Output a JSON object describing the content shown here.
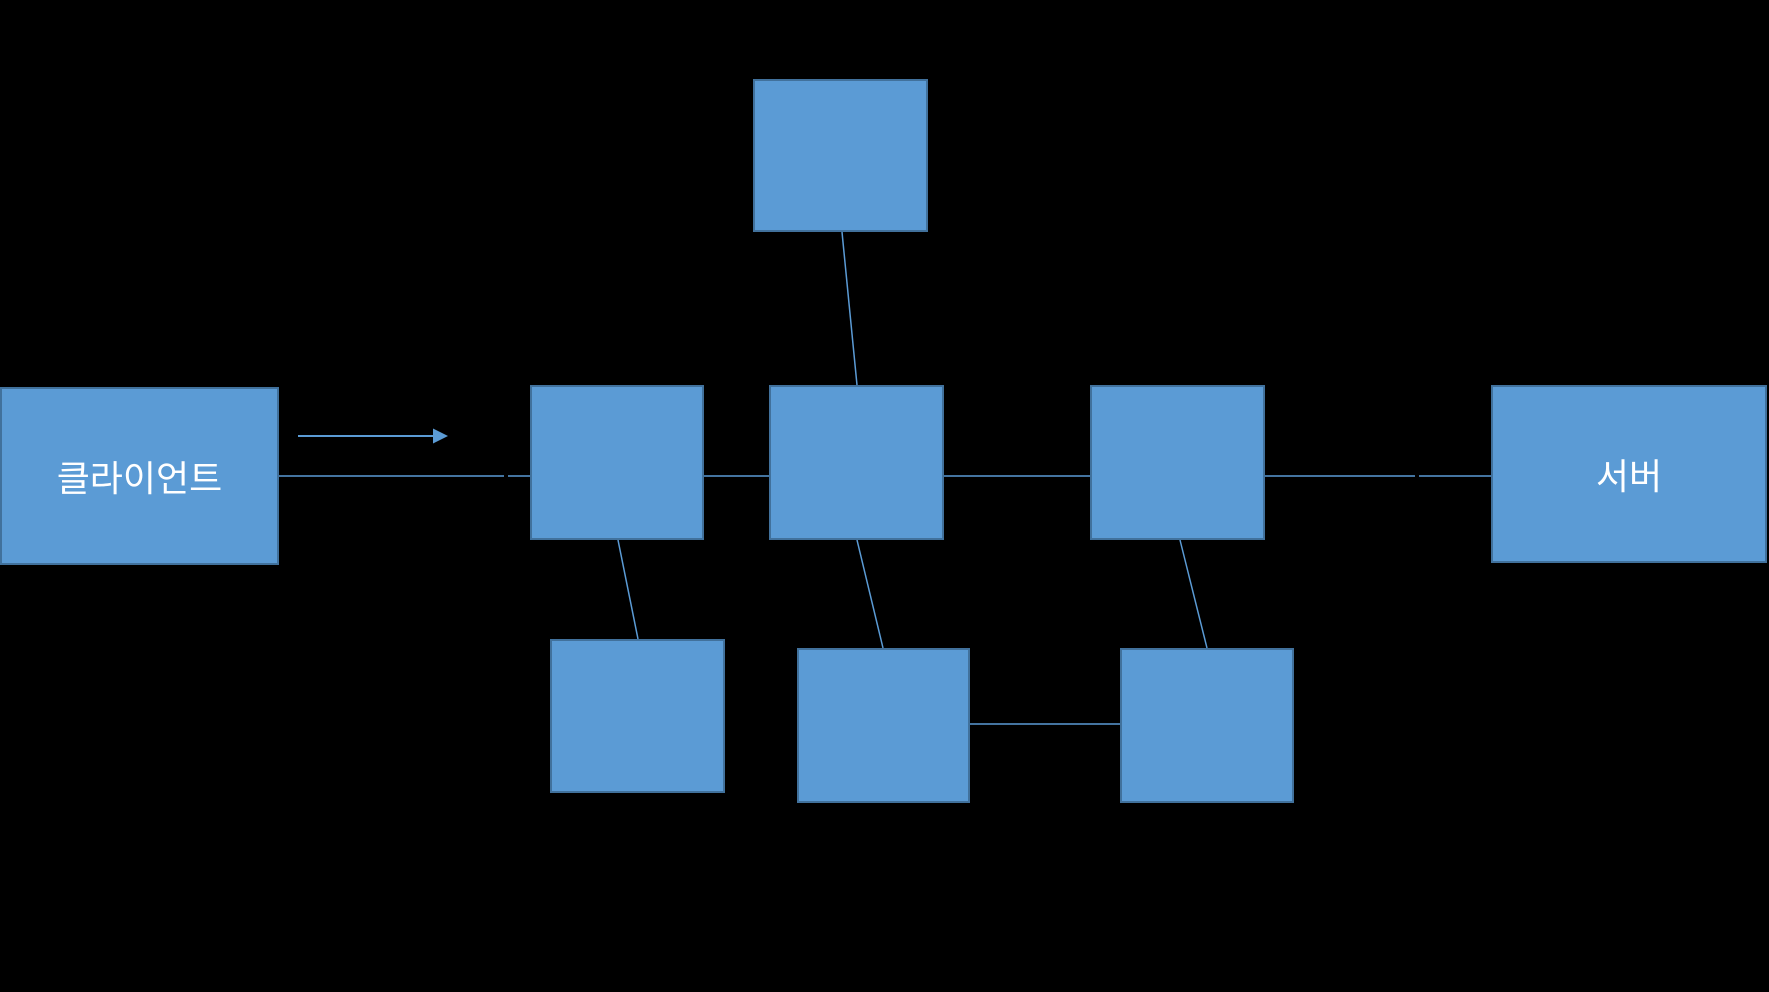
{
  "diagram": {
    "type": "network-flow-diagram",
    "colors": {
      "background": "#000000",
      "node-fill": "#5B9BD5",
      "node-border": "#41719C",
      "connector": "#5B9BD5",
      "label-text": "#FFFFFF"
    },
    "nodes": {
      "client": {
        "label": "클라이언트"
      },
      "box_top": {
        "label": ""
      },
      "box_middle_left": {
        "label": ""
      },
      "box_middle_center": {
        "label": ""
      },
      "box_middle_right": {
        "label": ""
      },
      "box_bottom_left": {
        "label": ""
      },
      "box_bottom_center": {
        "label": ""
      },
      "box_bottom_right": {
        "label": ""
      },
      "server": {
        "label": "서버"
      }
    },
    "edges": [
      {
        "from": "client",
        "to": "box_middle_left"
      },
      {
        "from": "box_middle_left",
        "to": "box_middle_center"
      },
      {
        "from": "box_middle_center",
        "to": "box_middle_right"
      },
      {
        "from": "box_middle_right",
        "to": "server"
      },
      {
        "from": "box_top",
        "to": "box_middle_center"
      },
      {
        "from": "box_middle_left",
        "to": "box_bottom_left"
      },
      {
        "from": "box_middle_center",
        "to": "box_bottom_center"
      },
      {
        "from": "box_middle_right",
        "to": "box_bottom_right"
      },
      {
        "from": "box_bottom_center",
        "to": "box_bottom_right"
      }
    ],
    "annotations": [
      {
        "type": "arrow",
        "from": "client",
        "toward": "box_middle_left",
        "direction": "right"
      }
    ]
  }
}
